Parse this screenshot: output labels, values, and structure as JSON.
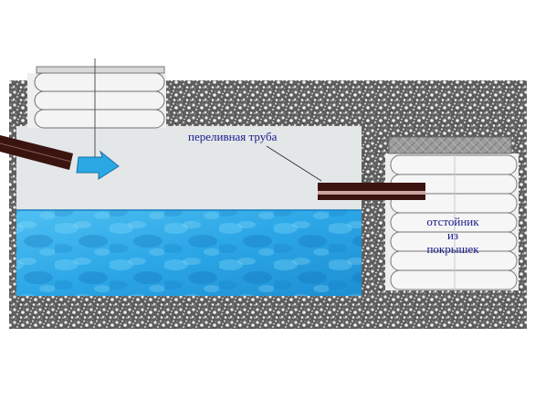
{
  "labels": {
    "overflow_pipe": "переливная труба",
    "sump_line1": "отстойник",
    "sump_line2": "из",
    "sump_line3": "покрышек"
  },
  "colors": {
    "label": "#1a1a8c",
    "soil_base": "#5e5e5e",
    "chamber": "#e3e7e8",
    "water_light": "#5fc9f4",
    "water_dark": "#1d8fd3",
    "pipe": "#3a1410",
    "arrow": "#2aa8e4",
    "tire_stroke": "#777777",
    "lid": "#9a9a9a"
  },
  "icons": {
    "flow_arrow": "arrow-right-icon"
  }
}
